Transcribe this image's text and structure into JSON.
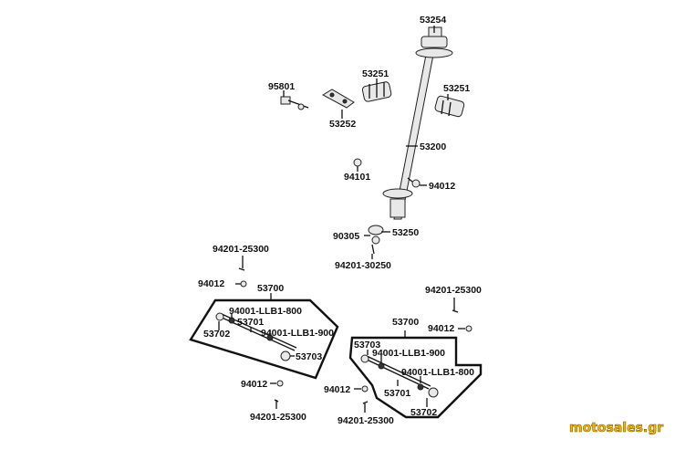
{
  "labels": {
    "p53254": "53254",
    "p53251a": "53251",
    "p95801": "95801",
    "p53251b": "53251",
    "p53252": "53252",
    "p53200": "53200",
    "p94101": "94101",
    "p94012a": "94012",
    "p90305": "90305",
    "p53250": "53250",
    "p94201_30250": "94201-30250",
    "left": {
      "bolt_top": "94201-25300",
      "nut_top": "94012",
      "assy": "53700",
      "nut_800": "94001-LLB1-800",
      "rod": "53701",
      "end_left": "53702",
      "nut_900": "94001-LLB1-900",
      "end_right": "53703",
      "nut_bottom": "94012",
      "bolt_bottom": "94201-25300"
    },
    "right": {
      "bolt_top": "94201-25300",
      "assy": "53700",
      "nut_top": "94012",
      "end_left": "53703",
      "nut_900": "94001-LLB1-900",
      "nut_800": "94001-LLB1-800",
      "rod": "53701",
      "end_right": "53702",
      "nut_bottom": "94012",
      "bolt_bottom": "94201-25300"
    }
  },
  "watermark": "motosales.gr"
}
